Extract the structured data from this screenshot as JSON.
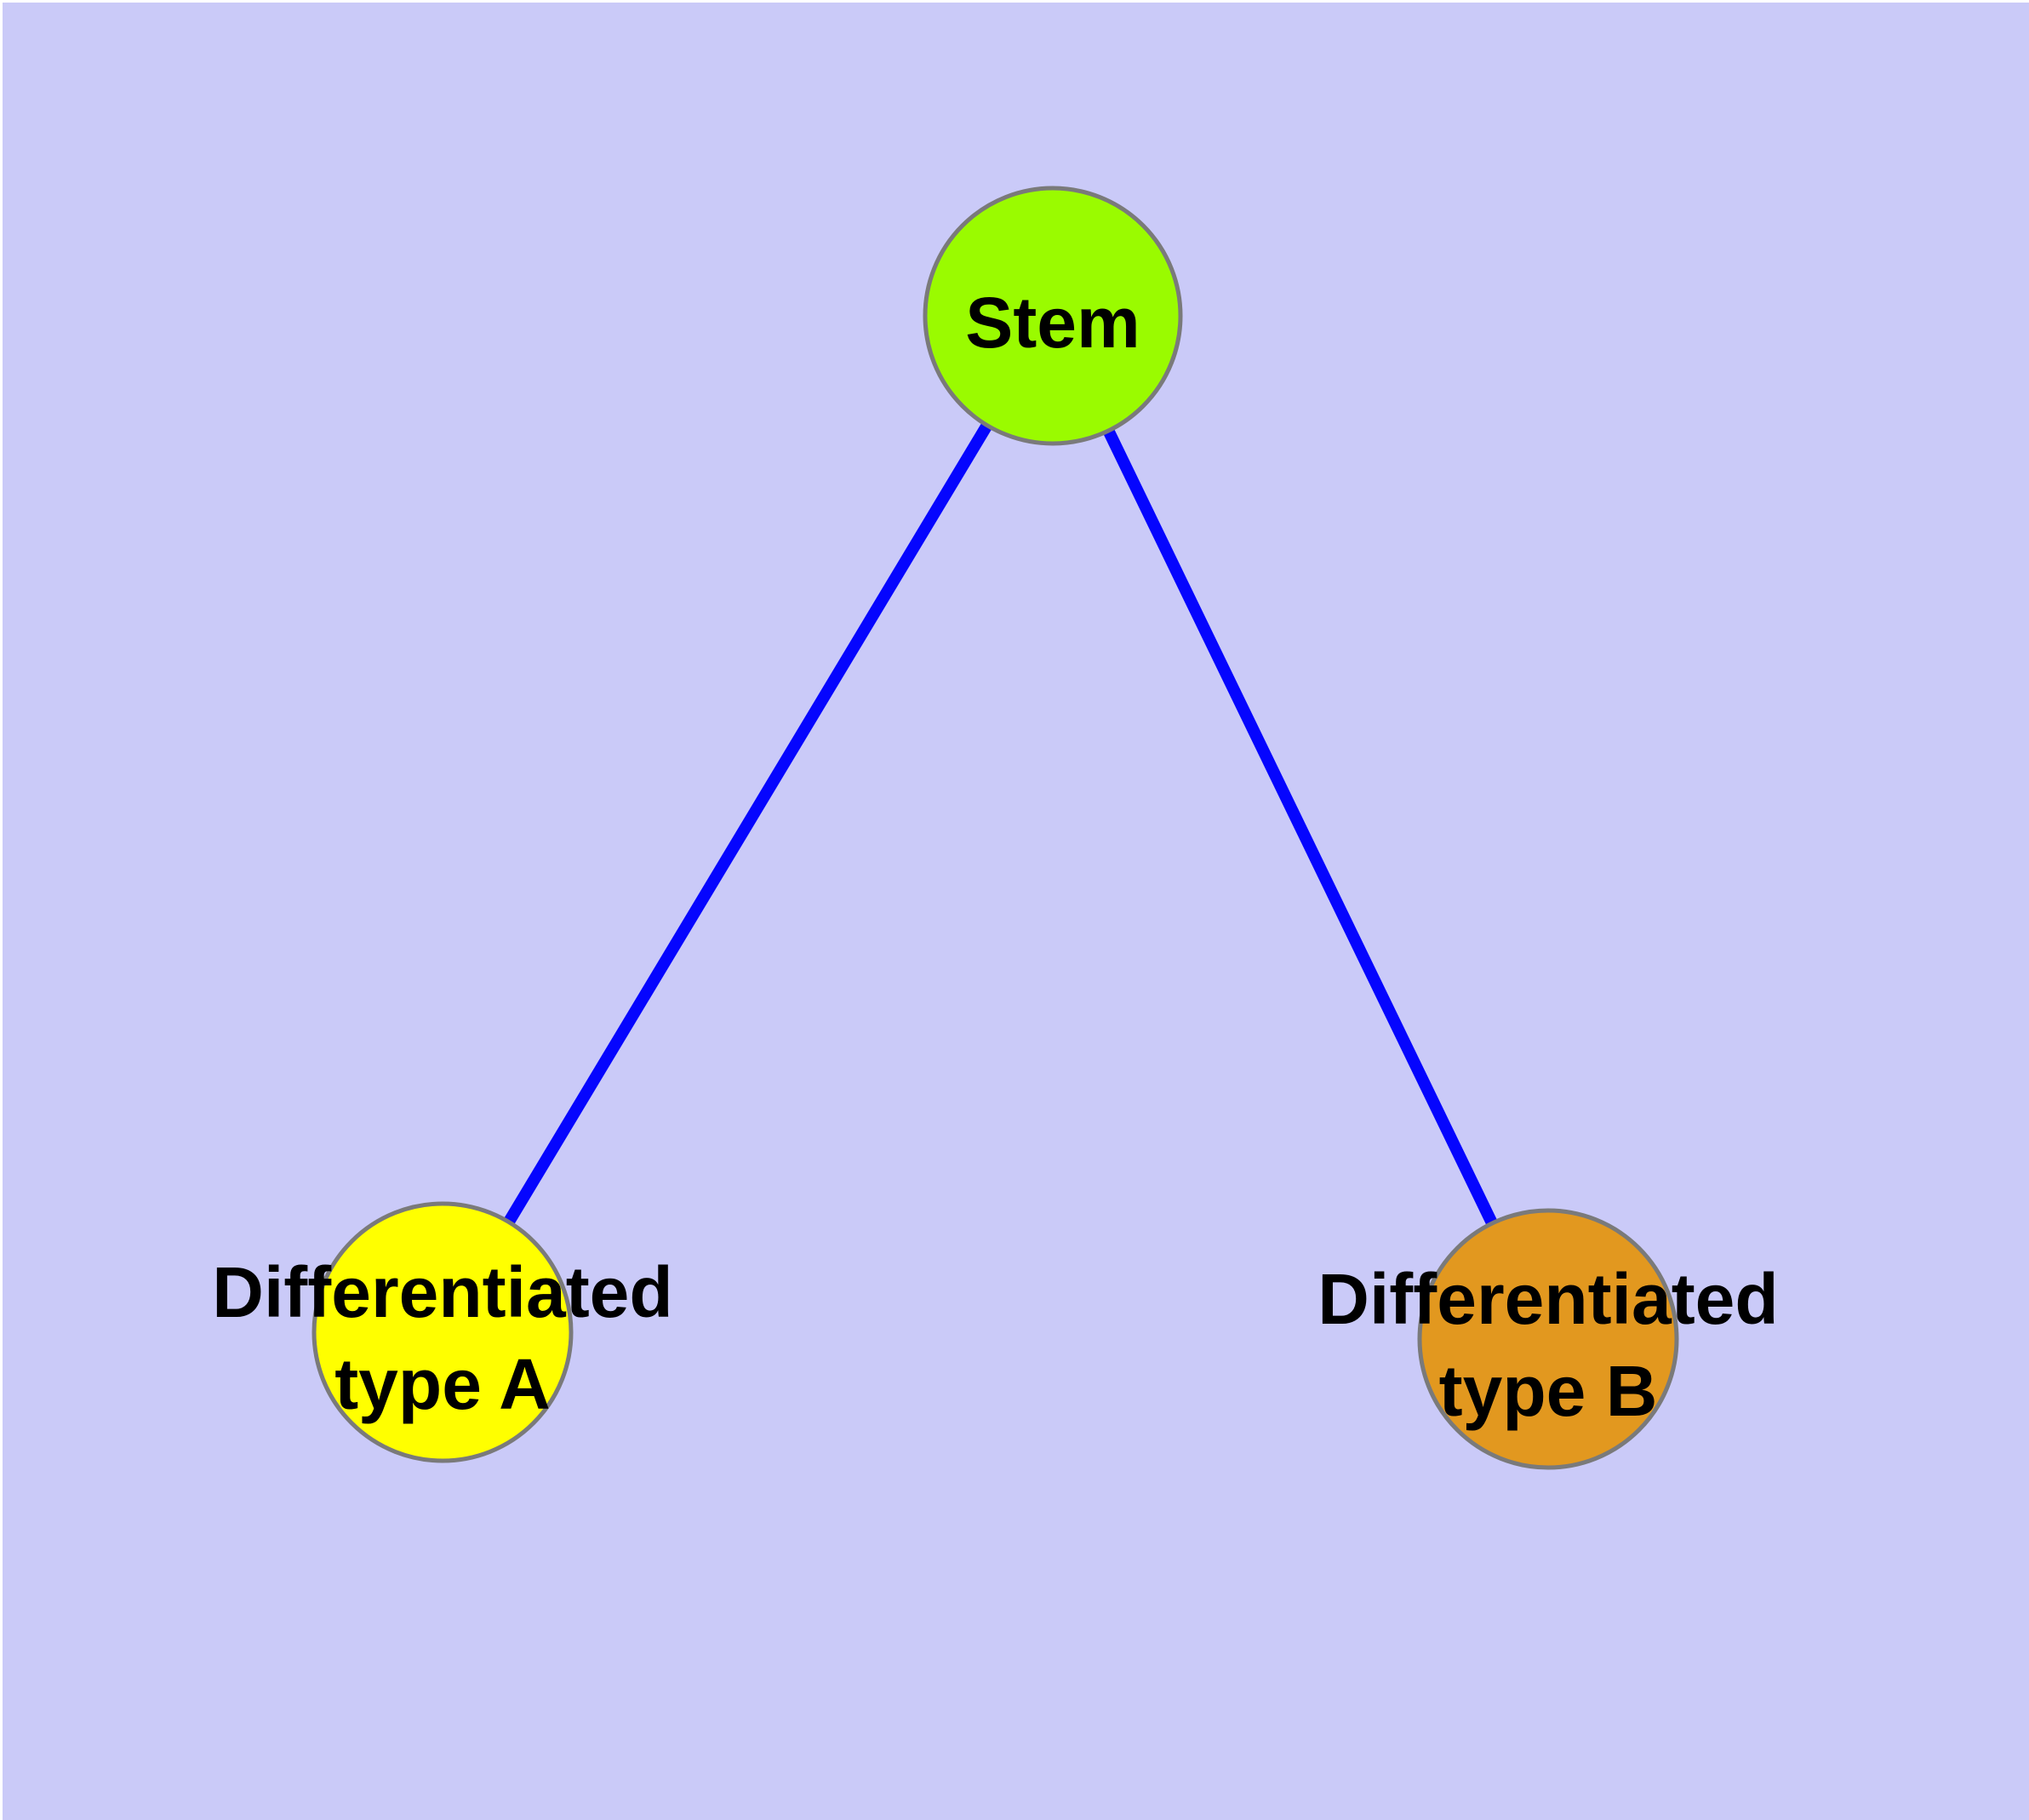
{
  "canvas": {
    "background_color": "#CACAF8",
    "frame_color": "#FFFFFF"
  },
  "graph": {
    "edge_color": "#0505FE",
    "node_border_color": "#7A7A7A",
    "text_color": "#000000",
    "nodes": {
      "stem": {
        "label": "Stem",
        "fill": "#9AFB00"
      },
      "type_a": {
        "label_line1": "Differentiated",
        "label_line2": "type A",
        "fill": "#FFFF00"
      },
      "type_b": {
        "label_line1": "Differentiated",
        "label_line2": "type B",
        "fill": "#E2981F"
      }
    },
    "edges": [
      {
        "from": "Stem",
        "to": "Differentiated type A"
      },
      {
        "from": "Stem",
        "to": "Differentiated type B"
      }
    ]
  }
}
